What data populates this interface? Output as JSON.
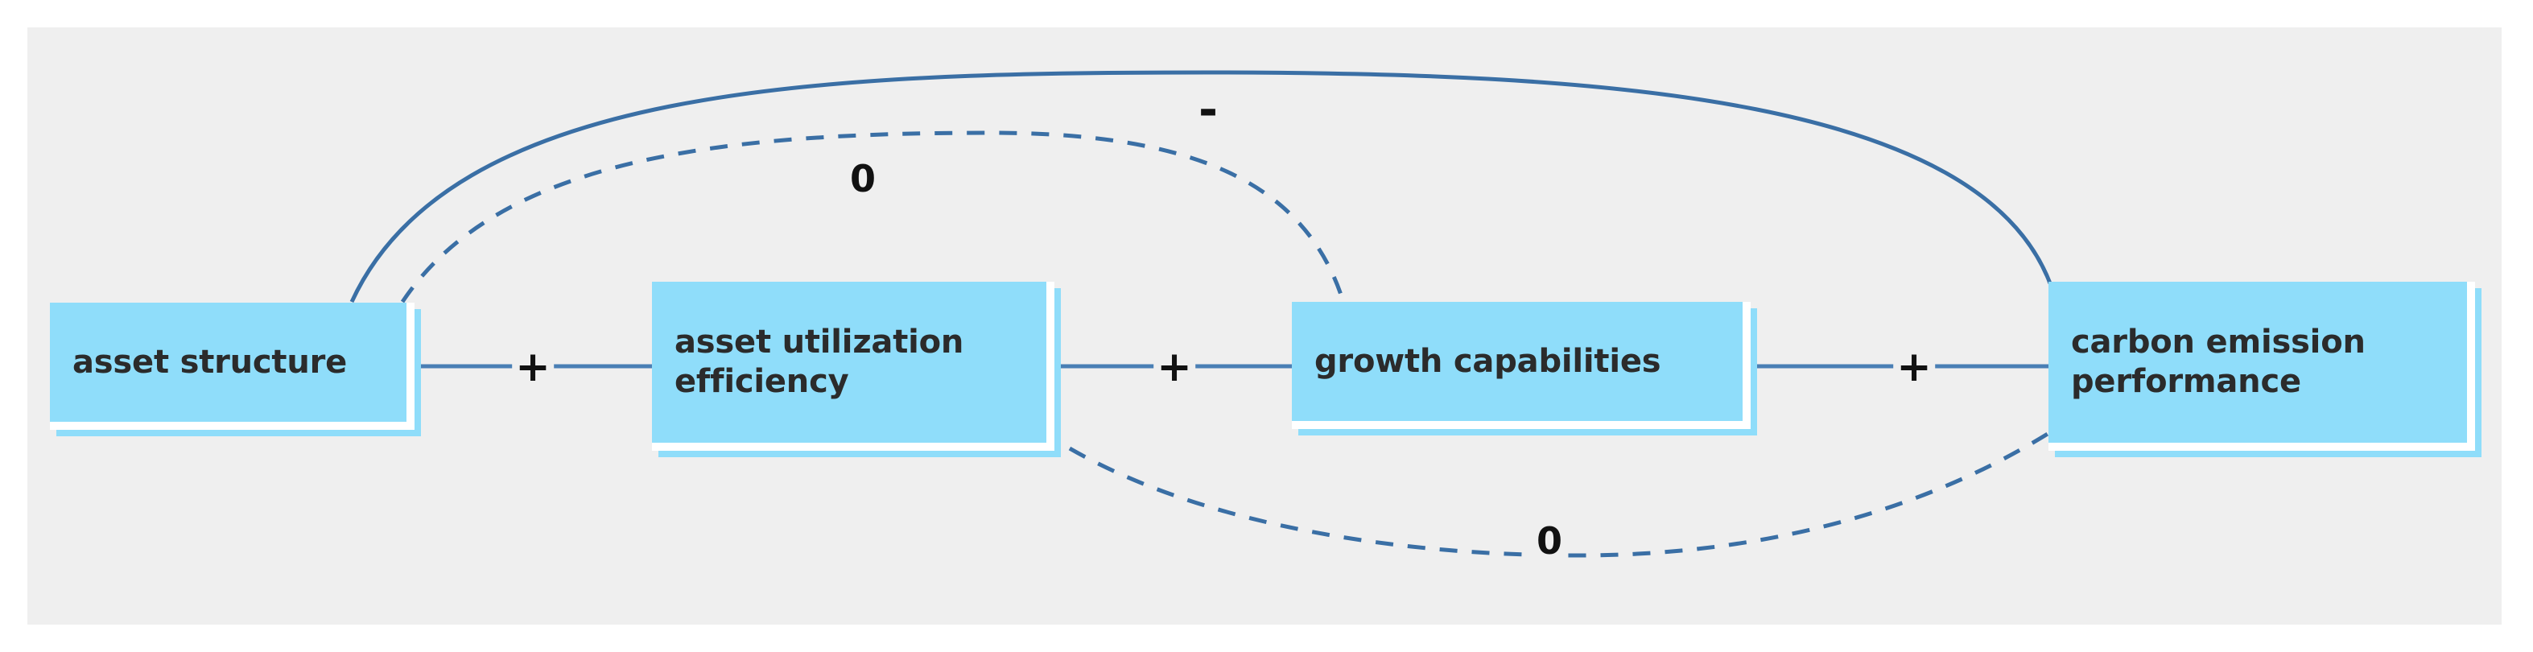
{
  "diagram": {
    "title": "mediation path diagram",
    "background_color": "#efefef",
    "page_color": "#ffffff",
    "node_fill": "#8fddfa",
    "edge_color": "#3a6fa5",
    "label_color": "#111111",
    "nodes": [
      {
        "id": "asset-structure",
        "label": "asset structure"
      },
      {
        "id": "asset-utilization-efficiency",
        "label": "asset utilization\nefficiency"
      },
      {
        "id": "growth-capabilities",
        "label": "growth capabilities"
      },
      {
        "id": "carbon-emission-performance",
        "label": "carbon emission\nperformance"
      }
    ],
    "edges": [
      {
        "id": "e1",
        "from": "asset-structure",
        "to": "asset-utilization-efficiency",
        "sign": "+",
        "style": "solid"
      },
      {
        "id": "e2",
        "from": "asset-utilization-efficiency",
        "to": "growth-capabilities",
        "sign": "+",
        "style": "solid"
      },
      {
        "id": "e3",
        "from": "growth-capabilities",
        "to": "carbon-emission-performance",
        "sign": "+",
        "style": "solid"
      },
      {
        "id": "e4",
        "from": "asset-structure",
        "to": "carbon-emission-performance",
        "sign": "-",
        "style": "solid"
      },
      {
        "id": "e5",
        "from": "asset-structure",
        "to": "growth-capabilities",
        "sign": "0",
        "style": "dashed"
      },
      {
        "id": "e6",
        "from": "asset-utilization-efficiency",
        "to": "carbon-emission-performance",
        "sign": "0",
        "style": "dashed"
      }
    ]
  }
}
